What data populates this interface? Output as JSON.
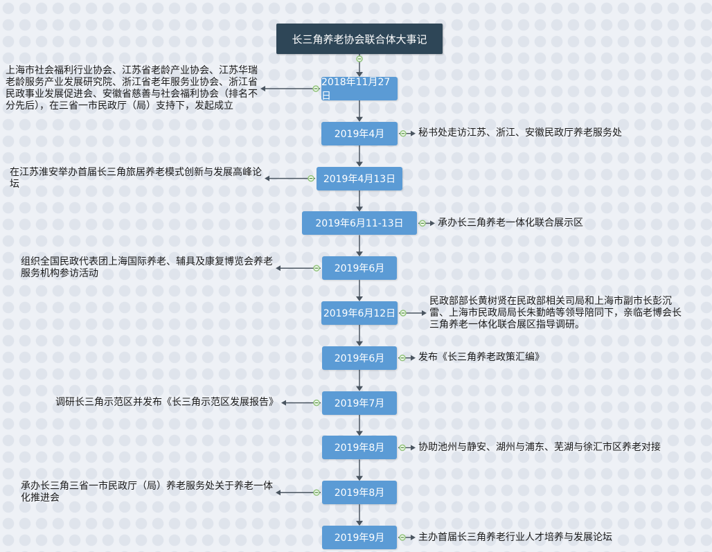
{
  "title": "长三角养老协会联合体大事记",
  "events": [
    {
      "date": "2018年11月27日",
      "side": "left",
      "lines": [
        "上海市社会福利行业协会、江苏省老龄产业协会、江苏华瑞",
        "老龄服务产业发展研究院、浙江省老年服务业协会、浙江省",
        "民政事业发展促进会、安徽省慈善与社会福利协会（排名不",
        "分先后），在三省一市民政厅（局）支持下，发起成立"
      ]
    },
    {
      "date": "2019年4月",
      "side": "right",
      "lines": [
        "秘书处走访江苏、浙江、安徽民政厅养老服务处"
      ]
    },
    {
      "date": "2019年4月13日",
      "side": "left",
      "lines": [
        "在江苏淮安举办首届长三角旅居养老模式创新与发展高峰论",
        "坛"
      ]
    },
    {
      "date": "2019年6月11-13日",
      "side": "right",
      "lines": [
        "承办长三角养老一体化联合展示区"
      ]
    },
    {
      "date": "2019年6月",
      "side": "left",
      "lines": [
        "组织全国民政代表团上海国际养老、辅具及康复博览会养老",
        "服务机构参访活动"
      ]
    },
    {
      "date": "2019年6月12日",
      "side": "right",
      "lines": [
        "民政部部长黄树贤在民政部相关司局和上海市副市长彭沉",
        "雷、上海市民政局局长朱勤皓等领导陪同下，亲临老博会长",
        "三角养老一体化联合展区指导调研。"
      ]
    },
    {
      "date": "2019年6月",
      "side": "right",
      "lines": [
        "发布《长三角养老政策汇编》"
      ]
    },
    {
      "date": "2019年7月",
      "side": "left",
      "lines": [
        "调研长三角示范区并发布《长三角示范区发展报告》"
      ]
    },
    {
      "date": "2019年8月",
      "side": "right",
      "lines": [
        "协助池州与静安、湖州与浦东、芜湖与徐汇市区养老对接"
      ]
    },
    {
      "date": "2019年8月",
      "side": "left",
      "lines": [
        "承办长三角三省一市民政厅（局）养老服务处关于养老一体",
        "化推进会"
      ]
    },
    {
      "date": "2019年9月",
      "side": "right",
      "lines": [
        "主办首届长三角养老行业人才培养与发展论坛"
      ]
    }
  ],
  "colors": {
    "title_bg": "#2e4657",
    "node_bg": "#5b9bd5",
    "connector": "#4a5560",
    "collapse_dot": "#93c47d"
  }
}
